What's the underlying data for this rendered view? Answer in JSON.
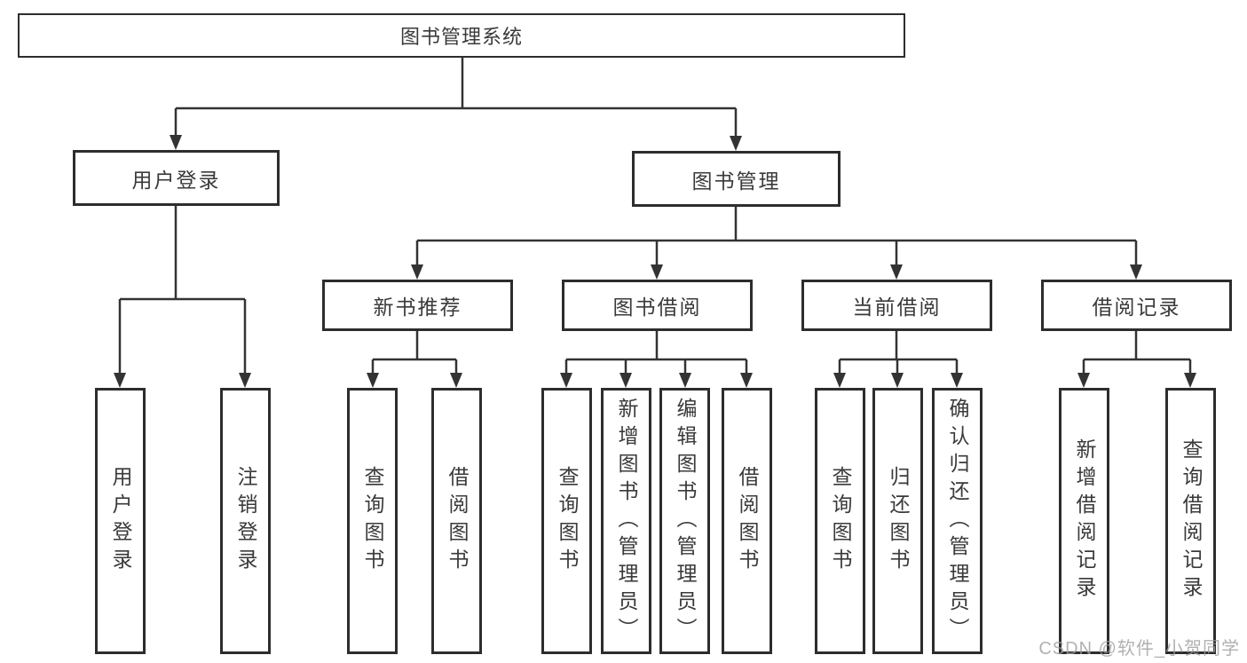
{
  "tree": {
    "label": "图书管理系统",
    "children": [
      {
        "label": "用户登录",
        "children": [
          {
            "label": "用户登录"
          },
          {
            "label": "注销登录"
          }
        ]
      },
      {
        "label": "图书管理",
        "children": [
          {
            "label": "新书推荐",
            "children": [
              {
                "label": "查询图书"
              },
              {
                "label": "借阅图书"
              }
            ]
          },
          {
            "label": "图书借阅",
            "children": [
              {
                "label": "查询图书"
              },
              {
                "label": "新增图书（管理员）"
              },
              {
                "label": "编辑图书（管理员）"
              },
              {
                "label": "借阅图书"
              }
            ]
          },
          {
            "label": "当前借阅",
            "children": [
              {
                "label": "查询图书"
              },
              {
                "label": "归还图书"
              },
              {
                "label": "确认归还（管理员）"
              }
            ]
          },
          {
            "label": "借阅记录",
            "children": [
              {
                "label": "新增借阅记录"
              },
              {
                "label": "查询借阅记录"
              }
            ]
          }
        ]
      }
    ]
  },
  "watermark": {
    "text": "CSDN @软件_小贺同学"
  },
  "colors": {
    "line": "#333333",
    "box_border": "#2d2d2d",
    "text": "#3a3a3a",
    "watermark": "#9e9e9e",
    "background": "#ffffff"
  }
}
